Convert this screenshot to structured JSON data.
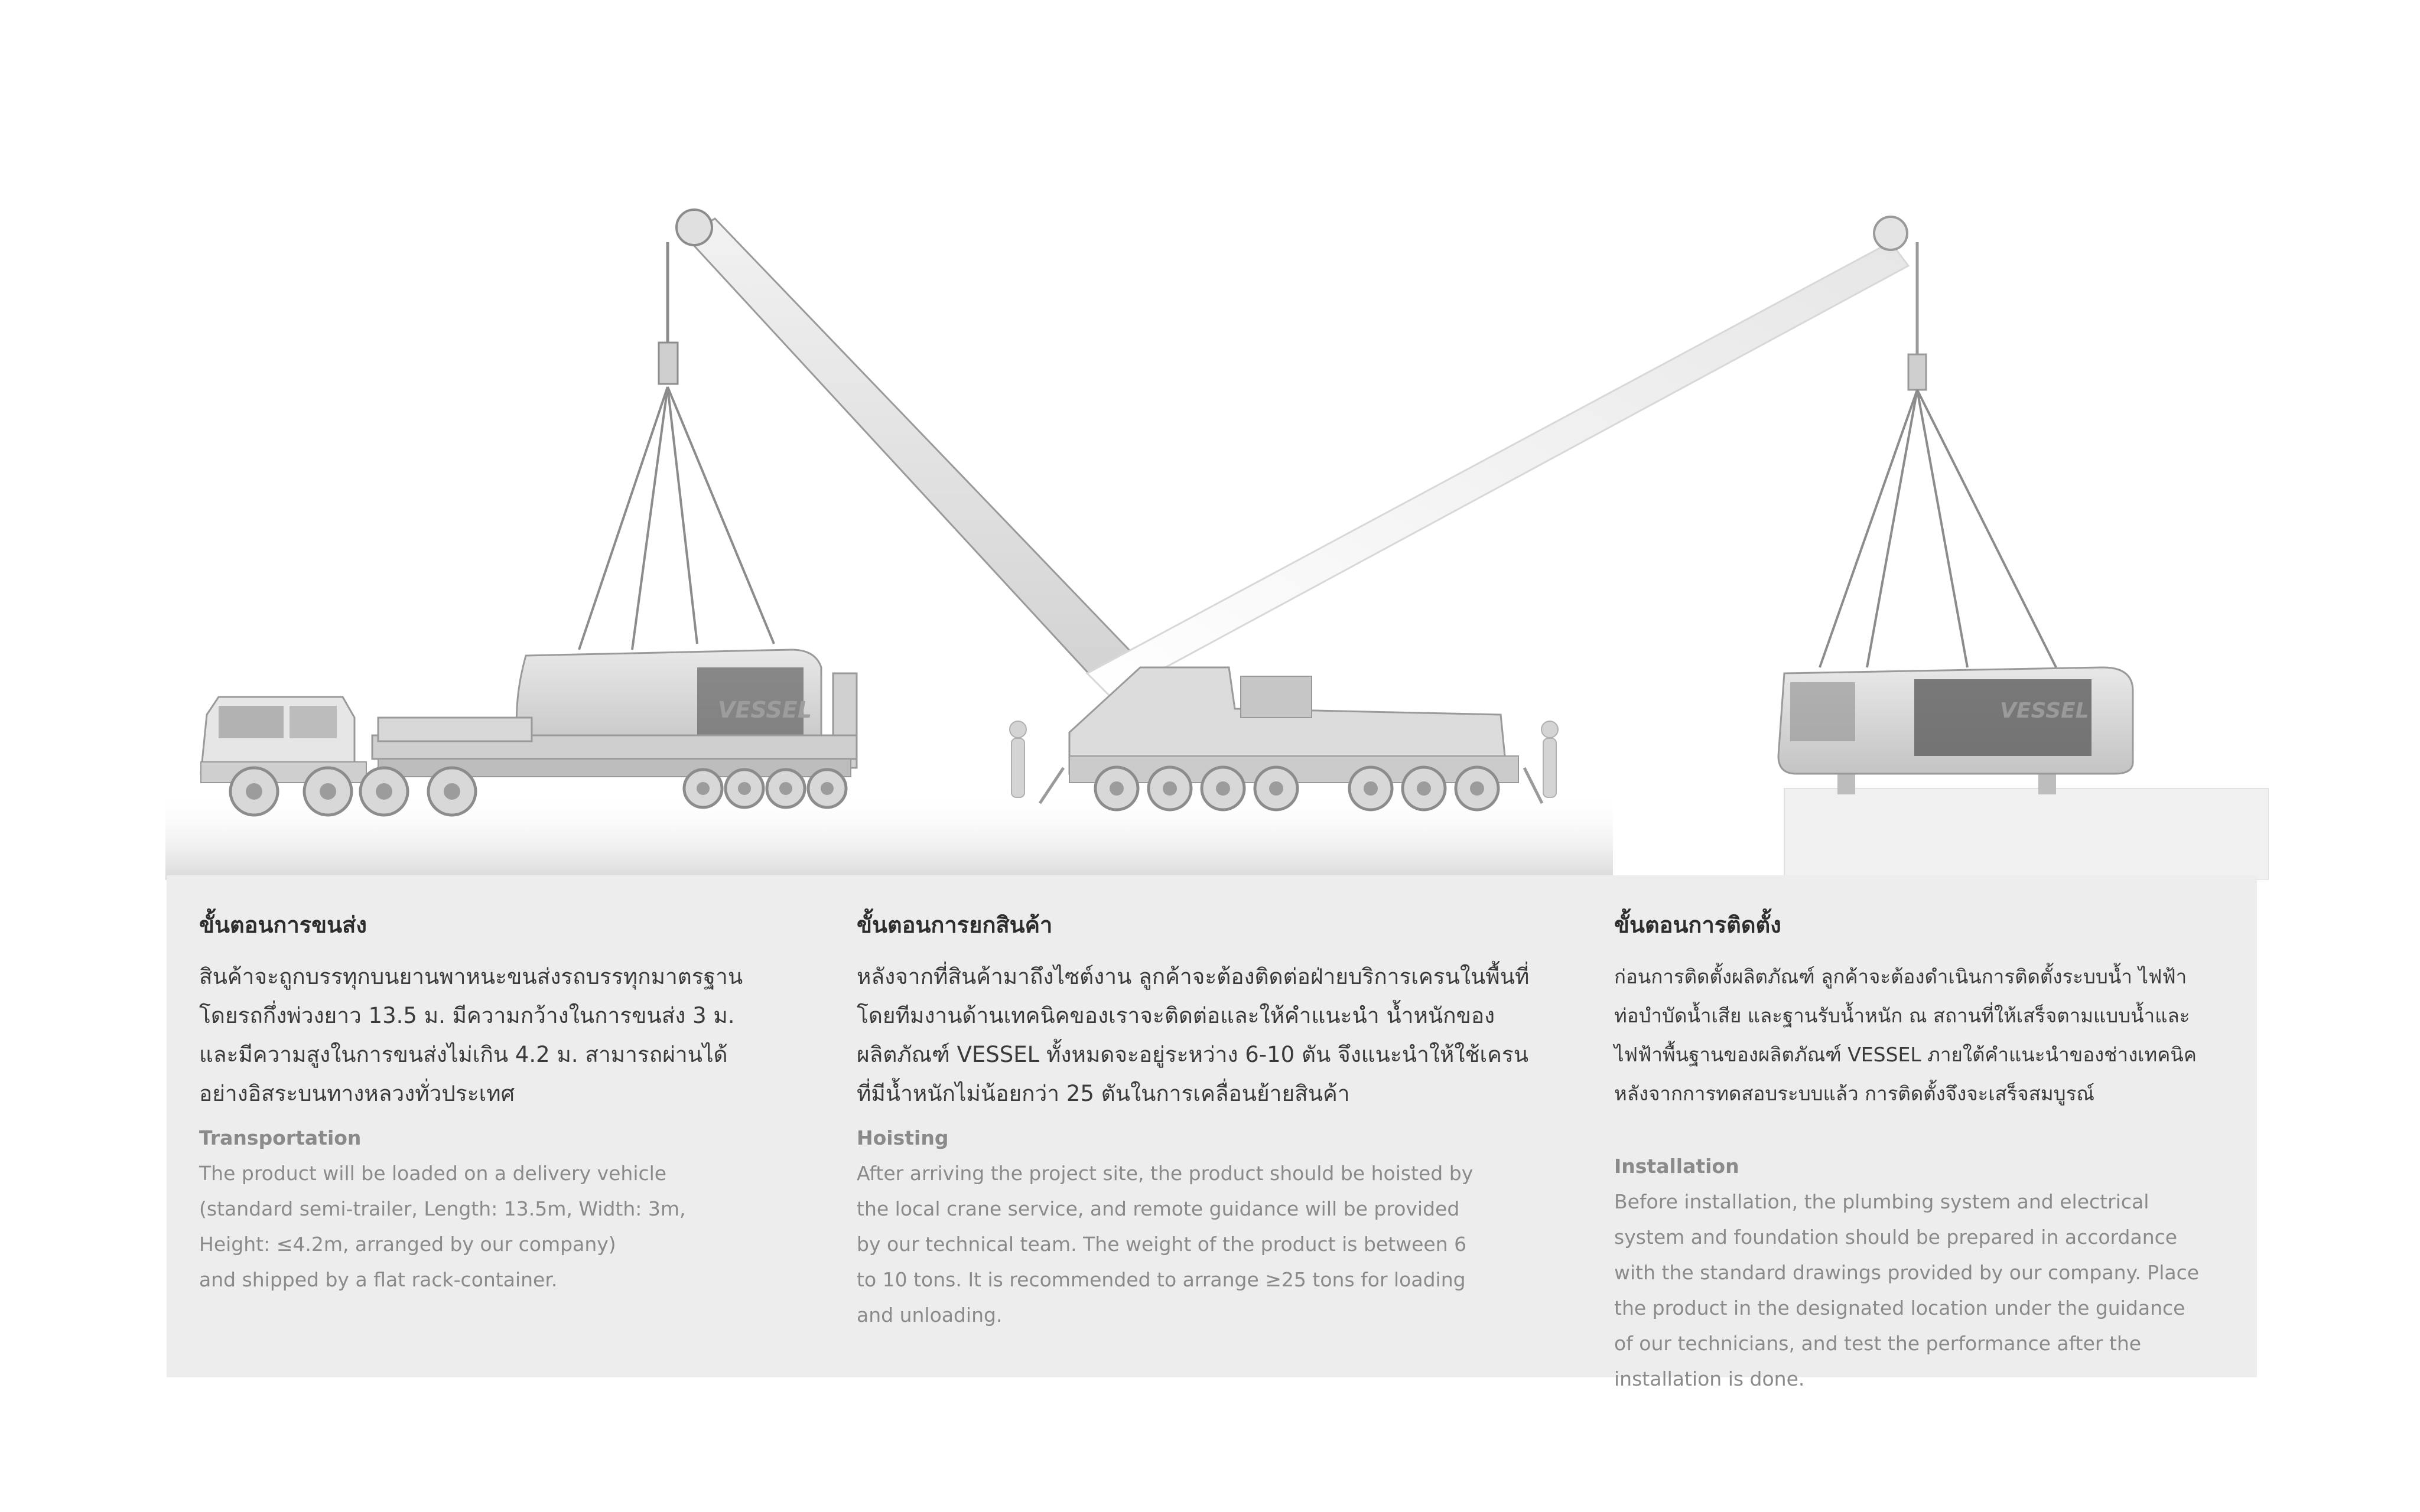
{
  "illustration": {
    "truck_logo": "VESSEL",
    "module_logo": "VESSEL"
  },
  "steps": [
    {
      "th_title": "ขั้นตอนการขนส่ง",
      "th_body": "สินค้าจะถูกบรรทุกบนยานพาหนะขนส่งรถบรรทุกมาตรฐาน\nโดยรถกึ่งพ่วงยาว 13.5 ม. มีความกว้างในการขนส่ง 3 ม.\nและมีความสูงในการขนส่งไม่เกิน 4.2 ม. สามารถผ่านได้\nอย่างอิสระบนทางหลวงทั่วประเทศ",
      "en_title": "Transportation",
      "en_body": "The product will be loaded on a delivery vehicle\n(standard semi-trailer, Length: 13.5m, Width: 3m,\nHeight: ≤4.2m, arranged by our company)\nand shipped by a flat rack-container."
    },
    {
      "th_title": "ขั้นตอนการยกสินค้า",
      "th_body": "หลังจากที่สินค้ามาถึงไซต์งาน ลูกค้าจะต้องติดต่อฝ่ายบริการเครนในพื้นที่\nโดยทีมงานด้านเทคนิคของเราจะติดต่อและให้คำแนะนำ น้ำหนักของ\nผลิตภัณฑ์ VESSEL ทั้งหมดจะอยู่ระหว่าง 6-10 ตัน จึงแนะนำให้ใช้เครน\nที่มีน้ำหนักไม่น้อยกว่า 25 ตันในการเคลื่อนย้ายสินค้า",
      "en_title": "Hoisting",
      "en_body": "After arriving the project site, the product should be hoisted by\nthe local crane service, and remote guidance will be provided\nby our technical team. The weight of the product is between 6\nto 10 tons. It is recommended to arrange ≥25 tons for loading\nand unloading."
    },
    {
      "th_title": "ขั้นตอนการติดตั้ง",
      "th_body": "ก่อนการติดตั้งผลิตภัณฑ์ ลูกค้าจะต้องดำเนินการติดตั้งระบบน้ำ ไฟฟ้า\nท่อบำบัดน้ำเสีย และฐานรับน้ำหนัก ณ สถานที่ให้เสร็จตามแบบน้ำและ\nไฟฟ้าพื้นฐานของผลิตภัณฑ์ VESSEL ภายใต้คำแนะนำของช่างเทคนิค\nหลังจากการทดสอบระบบแล้ว การติดตั้งจึงจะเสร็จสมบูรณ์",
      "en_title": "Installation",
      "en_body": "Before installation, the plumbing system and electrical\nsystem and foundation should be prepared in accordance\nwith the standard drawings provided by our company. Place\nthe product in the designated location under the guidance\nof our technicians, and test the performance after the\ninstallation is done."
    }
  ]
}
